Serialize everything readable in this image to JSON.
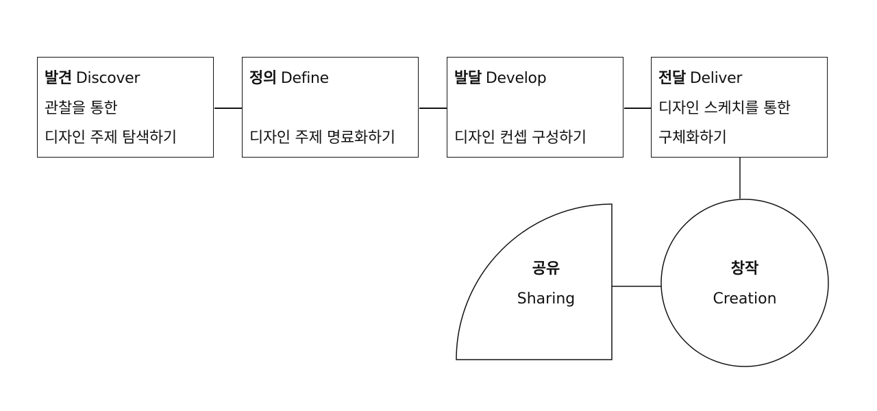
{
  "stages": [
    {
      "name": "발견",
      "english": "Discover",
      "line2": "관찰을 통한",
      "line3": "디자인 주제 탐색하기"
    },
    {
      "name": "정의",
      "english": "Define",
      "line2": "",
      "line3": "디자인 주제 명료화하기"
    },
    {
      "name": "발달",
      "english": "Develop",
      "line2": "",
      "line3": "디자인 컨셉 구성하기"
    },
    {
      "name": "전달",
      "english": "Deliver",
      "line2": "디자인 스케치를 통한",
      "line3": "구체화하기"
    }
  ],
  "nodes": {
    "creation": {
      "title": "창작",
      "subtitle": "Creation"
    },
    "sharing": {
      "title": "공유",
      "subtitle": "Sharing"
    }
  },
  "colors": {
    "stroke": "#111111",
    "background": "#ffffff"
  }
}
